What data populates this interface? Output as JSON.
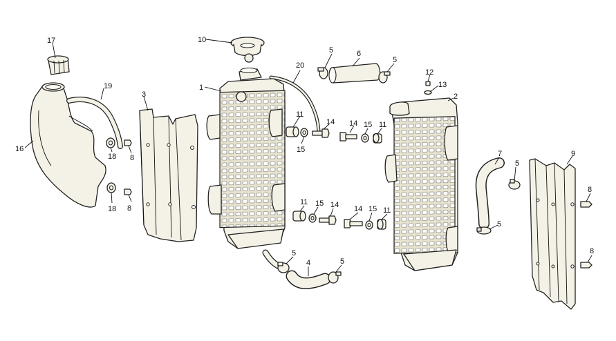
{
  "callouts": {
    "n1": "1",
    "n2": "2",
    "n3": "3",
    "n4": "4",
    "n5a": "5",
    "n5b": "5",
    "n5c": "5",
    "n5d": "5",
    "n5e": "5",
    "n5f": "5",
    "n6": "6",
    "n7": "7",
    "n8a": "8",
    "n8b": "8",
    "n8c": "8",
    "n8d": "8",
    "n9": "9",
    "n10": "10",
    "n11a": "11",
    "n11b": "11",
    "n11c": "11",
    "n11d": "11",
    "n12": "12",
    "n13": "13",
    "n14a": "14",
    "n14b": "14",
    "n14c": "14",
    "n14d": "14",
    "n15a": "15",
    "n15b": "15",
    "n15c": "15",
    "n15d": "15",
    "n16": "16",
    "n17": "17",
    "n18a": "18",
    "n18b": "18",
    "n19": "19",
    "n20": "20"
  }
}
